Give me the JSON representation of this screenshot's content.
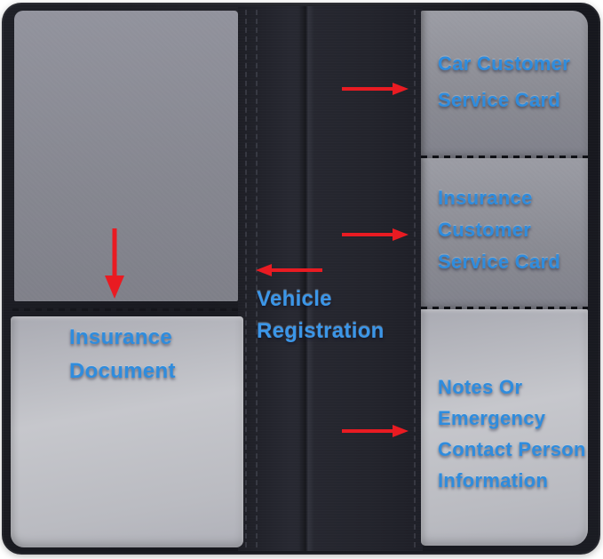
{
  "colors": {
    "wallet_leather": "#1a1b22",
    "pocket_gray": "#8c8d95",
    "pocket_clear_vinyl": "#c0c1c7",
    "label_blue": "#2f8cdd",
    "arrow_red": "#e91b22"
  },
  "labels": {
    "right_pocket_top": "Car Customer\nService Card",
    "right_pocket_middle": "Insurance\nCustomer\nService Card",
    "right_pocket_bottom": "Notes Or\nEmergency\nContact Person\nInformation",
    "spine": "Vehicle\nRegistration",
    "left_bottom_pocket": "Insurance\nDocument"
  },
  "annotations": {
    "arrows": [
      {
        "direction": "down",
        "points_to": "left_top_pocket"
      },
      {
        "direction": "left",
        "points_to": "spine"
      },
      {
        "direction": "right",
        "points_to": "right_pocket_top"
      },
      {
        "direction": "right",
        "points_to": "right_pocket_middle"
      },
      {
        "direction": "right",
        "points_to": "right_pocket_bottom"
      }
    ]
  }
}
